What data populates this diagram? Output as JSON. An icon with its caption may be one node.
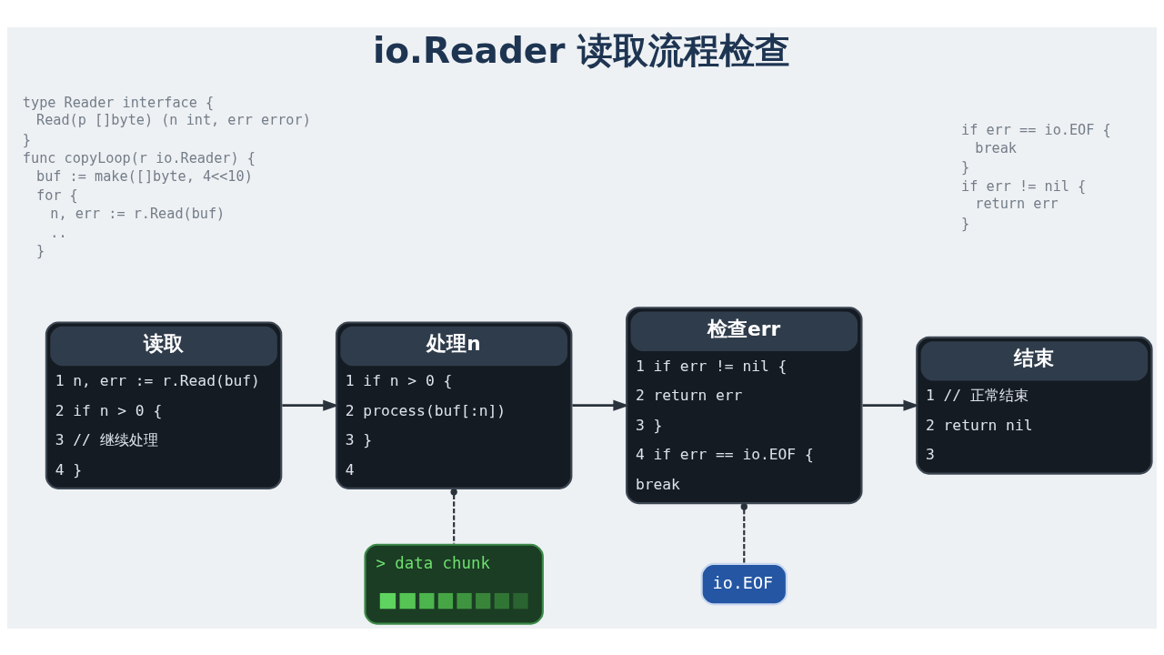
{
  "diagram": {
    "title": "io.Reader 读取流程检查",
    "nodes": [
      {
        "text": [
          "读取",
          "1 n, err := r.Read(buf)",
          "2 if n > 0 {",
          "3 // 继续处理",
          "4 }"
        ]
      },
      {
        "text": [
          "处理n",
          "1 if n > 0 {",
          "2 process(buf[:n])",
          "3 }",
          "4"
        ]
      },
      {
        "text": [
          "检查err",
          "1 if err != nil {",
          "2 return err",
          "3 }",
          "4 if err == io.EOF {",
          "break"
        ]
      },
      {
        "text": [
          "结束",
          "1 // 正常结束",
          "2 return nil",
          "3"
        ]
      },
      {
        "text": [
          "> data chunk"
        ]
      },
      {
        "text": [
          "io.EOF"
        ]
      }
    ],
    "edges": [
      {
        "from": 0,
        "to": 1,
        "arrow": "to"
      },
      {
        "from": 1,
        "to": 2,
        "arrow": "to"
      },
      {
        "from": 2,
        "to": 3,
        "arrow": "to"
      },
      {
        "from": 1,
        "to": 4,
        "arrow": "other",
        "style": "dashed"
      },
      {
        "from": 2,
        "to": 5,
        "arrow": "other",
        "style": "dashed"
      }
    ],
    "labels": [
      "type Reader interface {",
      "Read(p []byte) (n int, err error)",
      "}",
      "func copyLoop(r io.Reader) {",
      "buf := make([]byte, 4<<10)",
      "for {",
      "n, err := r.Read(buf)",
      "..",
      "}",
      "if err == io.EOF {",
      "break",
      "}",
      "if err != nil {",
      "return err",
      "}"
    ]
  }
}
